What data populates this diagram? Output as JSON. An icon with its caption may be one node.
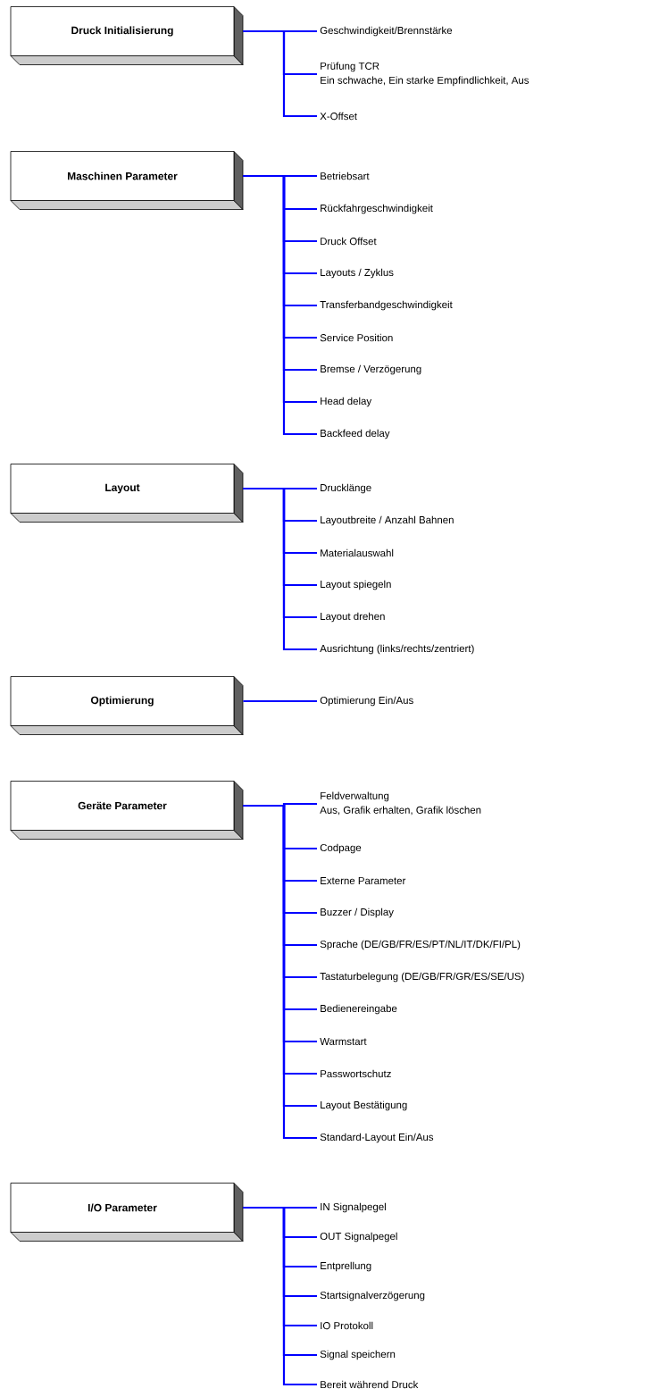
{
  "diagram": {
    "nodes": [
      {
        "text": [
          "Druck Initialisierung"
        ]
      },
      {
        "text": [
          "Geschwindigkeit/Brennstärke"
        ]
      },
      {
        "text": [
          "Prüfung TCR",
          "Ein schwache, Ein starke Empfindlichkeit, Aus"
        ]
      },
      {
        "text": [
          "X-Offset"
        ]
      },
      {
        "text": [
          "Maschinen Parameter"
        ]
      },
      {
        "text": [
          "Betriebsart"
        ]
      },
      {
        "text": [
          "Rückfahrgeschwindigkeit"
        ]
      },
      {
        "text": [
          "Druck Offset"
        ]
      },
      {
        "text": [
          "Layouts / Zyklus"
        ]
      },
      {
        "text": [
          "Transferbandgeschwindigkeit"
        ]
      },
      {
        "text": [
          "Service Position"
        ]
      },
      {
        "text": [
          "Bremse / Verzögerung"
        ]
      },
      {
        "text": [
          "Head delay"
        ]
      },
      {
        "text": [
          "Backfeed delay"
        ]
      },
      {
        "text": [
          "Layout"
        ]
      },
      {
        "text": [
          "Drucklänge"
        ]
      },
      {
        "text": [
          "Layoutbreite / Anzahl Bahnen"
        ]
      },
      {
        "text": [
          "Materialauswahl"
        ]
      },
      {
        "text": [
          "Layout spiegeln"
        ]
      },
      {
        "text": [
          "Layout drehen"
        ]
      },
      {
        "text": [
          "Ausrichtung (links/rechts/zentriert)"
        ]
      },
      {
        "text": [
          "Optimierung"
        ]
      },
      {
        "text": [
          "Optimierung Ein/Aus"
        ]
      },
      {
        "text": [
          "Geräte Parameter"
        ]
      },
      {
        "text": [
          "Feldverwaltung",
          "Aus, Grafik erhalten, Grafik löschen"
        ]
      },
      {
        "text": [
          "Codpage"
        ]
      },
      {
        "text": [
          "Externe Parameter"
        ]
      },
      {
        "text": [
          "Buzzer / Display"
        ]
      },
      {
        "text": [
          "Sprache (DE/GB/FR/ES/PT/NL/IT/DK/FI/PL)"
        ]
      },
      {
        "text": [
          "Tastaturbelegung (DE/GB/FR/GR/ES/SE/US)"
        ]
      },
      {
        "text": [
          "Bedienereingabe"
        ]
      },
      {
        "text": [
          "Warmstart"
        ]
      },
      {
        "text": [
          "Passwortschutz"
        ]
      },
      {
        "text": [
          "Layout Bestätigung"
        ]
      },
      {
        "text": [
          "Standard-Layout Ein/Aus"
        ]
      },
      {
        "text": [
          "I/O Parameter"
        ]
      },
      {
        "text": [
          "IN Signalpegel"
        ]
      },
      {
        "text": [
          "OUT Signalpegel"
        ]
      },
      {
        "text": [
          "Entprellung"
        ]
      },
      {
        "text": [
          "Startsignalverzögerung"
        ]
      },
      {
        "text": [
          "IO Protokoll"
        ]
      },
      {
        "text": [
          "Signal speichern"
        ]
      },
      {
        "text": [
          "Bereit während Druck"
        ]
      }
    ],
    "edges": [
      {
        "from": 0,
        "to": 1,
        "arrow": "none"
      },
      {
        "from": 0,
        "to": 2,
        "arrow": "none"
      },
      {
        "from": 0,
        "to": 3,
        "arrow": "none"
      },
      {
        "from": 4,
        "to": 5,
        "arrow": "none"
      },
      {
        "from": 4,
        "to": 6,
        "arrow": "none"
      },
      {
        "from": 4,
        "to": 7,
        "arrow": "none"
      },
      {
        "from": 4,
        "to": 8,
        "arrow": "none"
      },
      {
        "from": 4,
        "to": 9,
        "arrow": "none"
      },
      {
        "from": 4,
        "to": 10,
        "arrow": "none"
      },
      {
        "from": 4,
        "to": 11,
        "arrow": "none"
      },
      {
        "from": 4,
        "to": 12,
        "arrow": "none"
      },
      {
        "from": 4,
        "to": 13,
        "arrow": "none"
      },
      {
        "from": 14,
        "to": 15,
        "arrow": "none"
      },
      {
        "from": 14,
        "to": 16,
        "arrow": "none"
      },
      {
        "from": 14,
        "to": 17,
        "arrow": "none"
      },
      {
        "from": 14,
        "to": 18,
        "arrow": "none"
      },
      {
        "from": 14,
        "to": 19,
        "arrow": "none"
      },
      {
        "from": 14,
        "to": 20,
        "arrow": "none"
      },
      {
        "from": 21,
        "to": 22,
        "arrow": "none"
      },
      {
        "from": 23,
        "to": 24,
        "arrow": "none"
      },
      {
        "from": 23,
        "to": 25,
        "arrow": "none"
      },
      {
        "from": 23,
        "to": 26,
        "arrow": "none"
      },
      {
        "from": 23,
        "to": 27,
        "arrow": "none"
      },
      {
        "from": 23,
        "to": 28,
        "arrow": "none"
      },
      {
        "from": 23,
        "to": 29,
        "arrow": "none"
      },
      {
        "from": 23,
        "to": 30,
        "arrow": "none"
      },
      {
        "from": 23,
        "to": 31,
        "arrow": "none"
      },
      {
        "from": 23,
        "to": 32,
        "arrow": "none"
      },
      {
        "from": 23,
        "to": 33,
        "arrow": "none"
      },
      {
        "from": 23,
        "to": 34,
        "arrow": "none"
      },
      {
        "from": 35,
        "to": 36,
        "arrow": "none"
      },
      {
        "from": 35,
        "to": 37,
        "arrow": "none"
      },
      {
        "from": 35,
        "to": 38,
        "arrow": "none"
      },
      {
        "from": 35,
        "to": 39,
        "arrow": "none"
      },
      {
        "from": 35,
        "to": 40,
        "arrow": "none"
      },
      {
        "from": 35,
        "to": 41,
        "arrow": "none"
      },
      {
        "from": 35,
        "to": 42,
        "arrow": "none"
      }
    ]
  }
}
